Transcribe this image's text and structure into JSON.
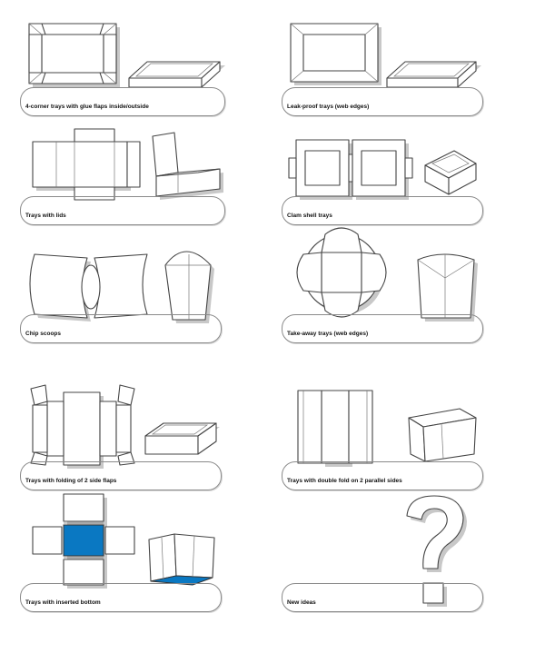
{
  "items": [
    {
      "caption": "4-corner trays with glue flaps inside/outside"
    },
    {
      "caption": "Leak-proof trays (web edges)"
    },
    {
      "caption": "Trays with lids"
    },
    {
      "caption": "Clam shell trays"
    },
    {
      "caption": "Chip scoops"
    },
    {
      "caption": "Take-away trays (web edges)"
    },
    {
      "caption": "Trays with folding of 2 side flaps"
    },
    {
      "caption": "Trays with double fold on 2 parallel sides"
    },
    {
      "caption": "Trays with inserted bottom"
    },
    {
      "caption": "New ideas"
    }
  ],
  "colors": {
    "accent_blue": "#0a78c2",
    "outline": "#444444"
  }
}
